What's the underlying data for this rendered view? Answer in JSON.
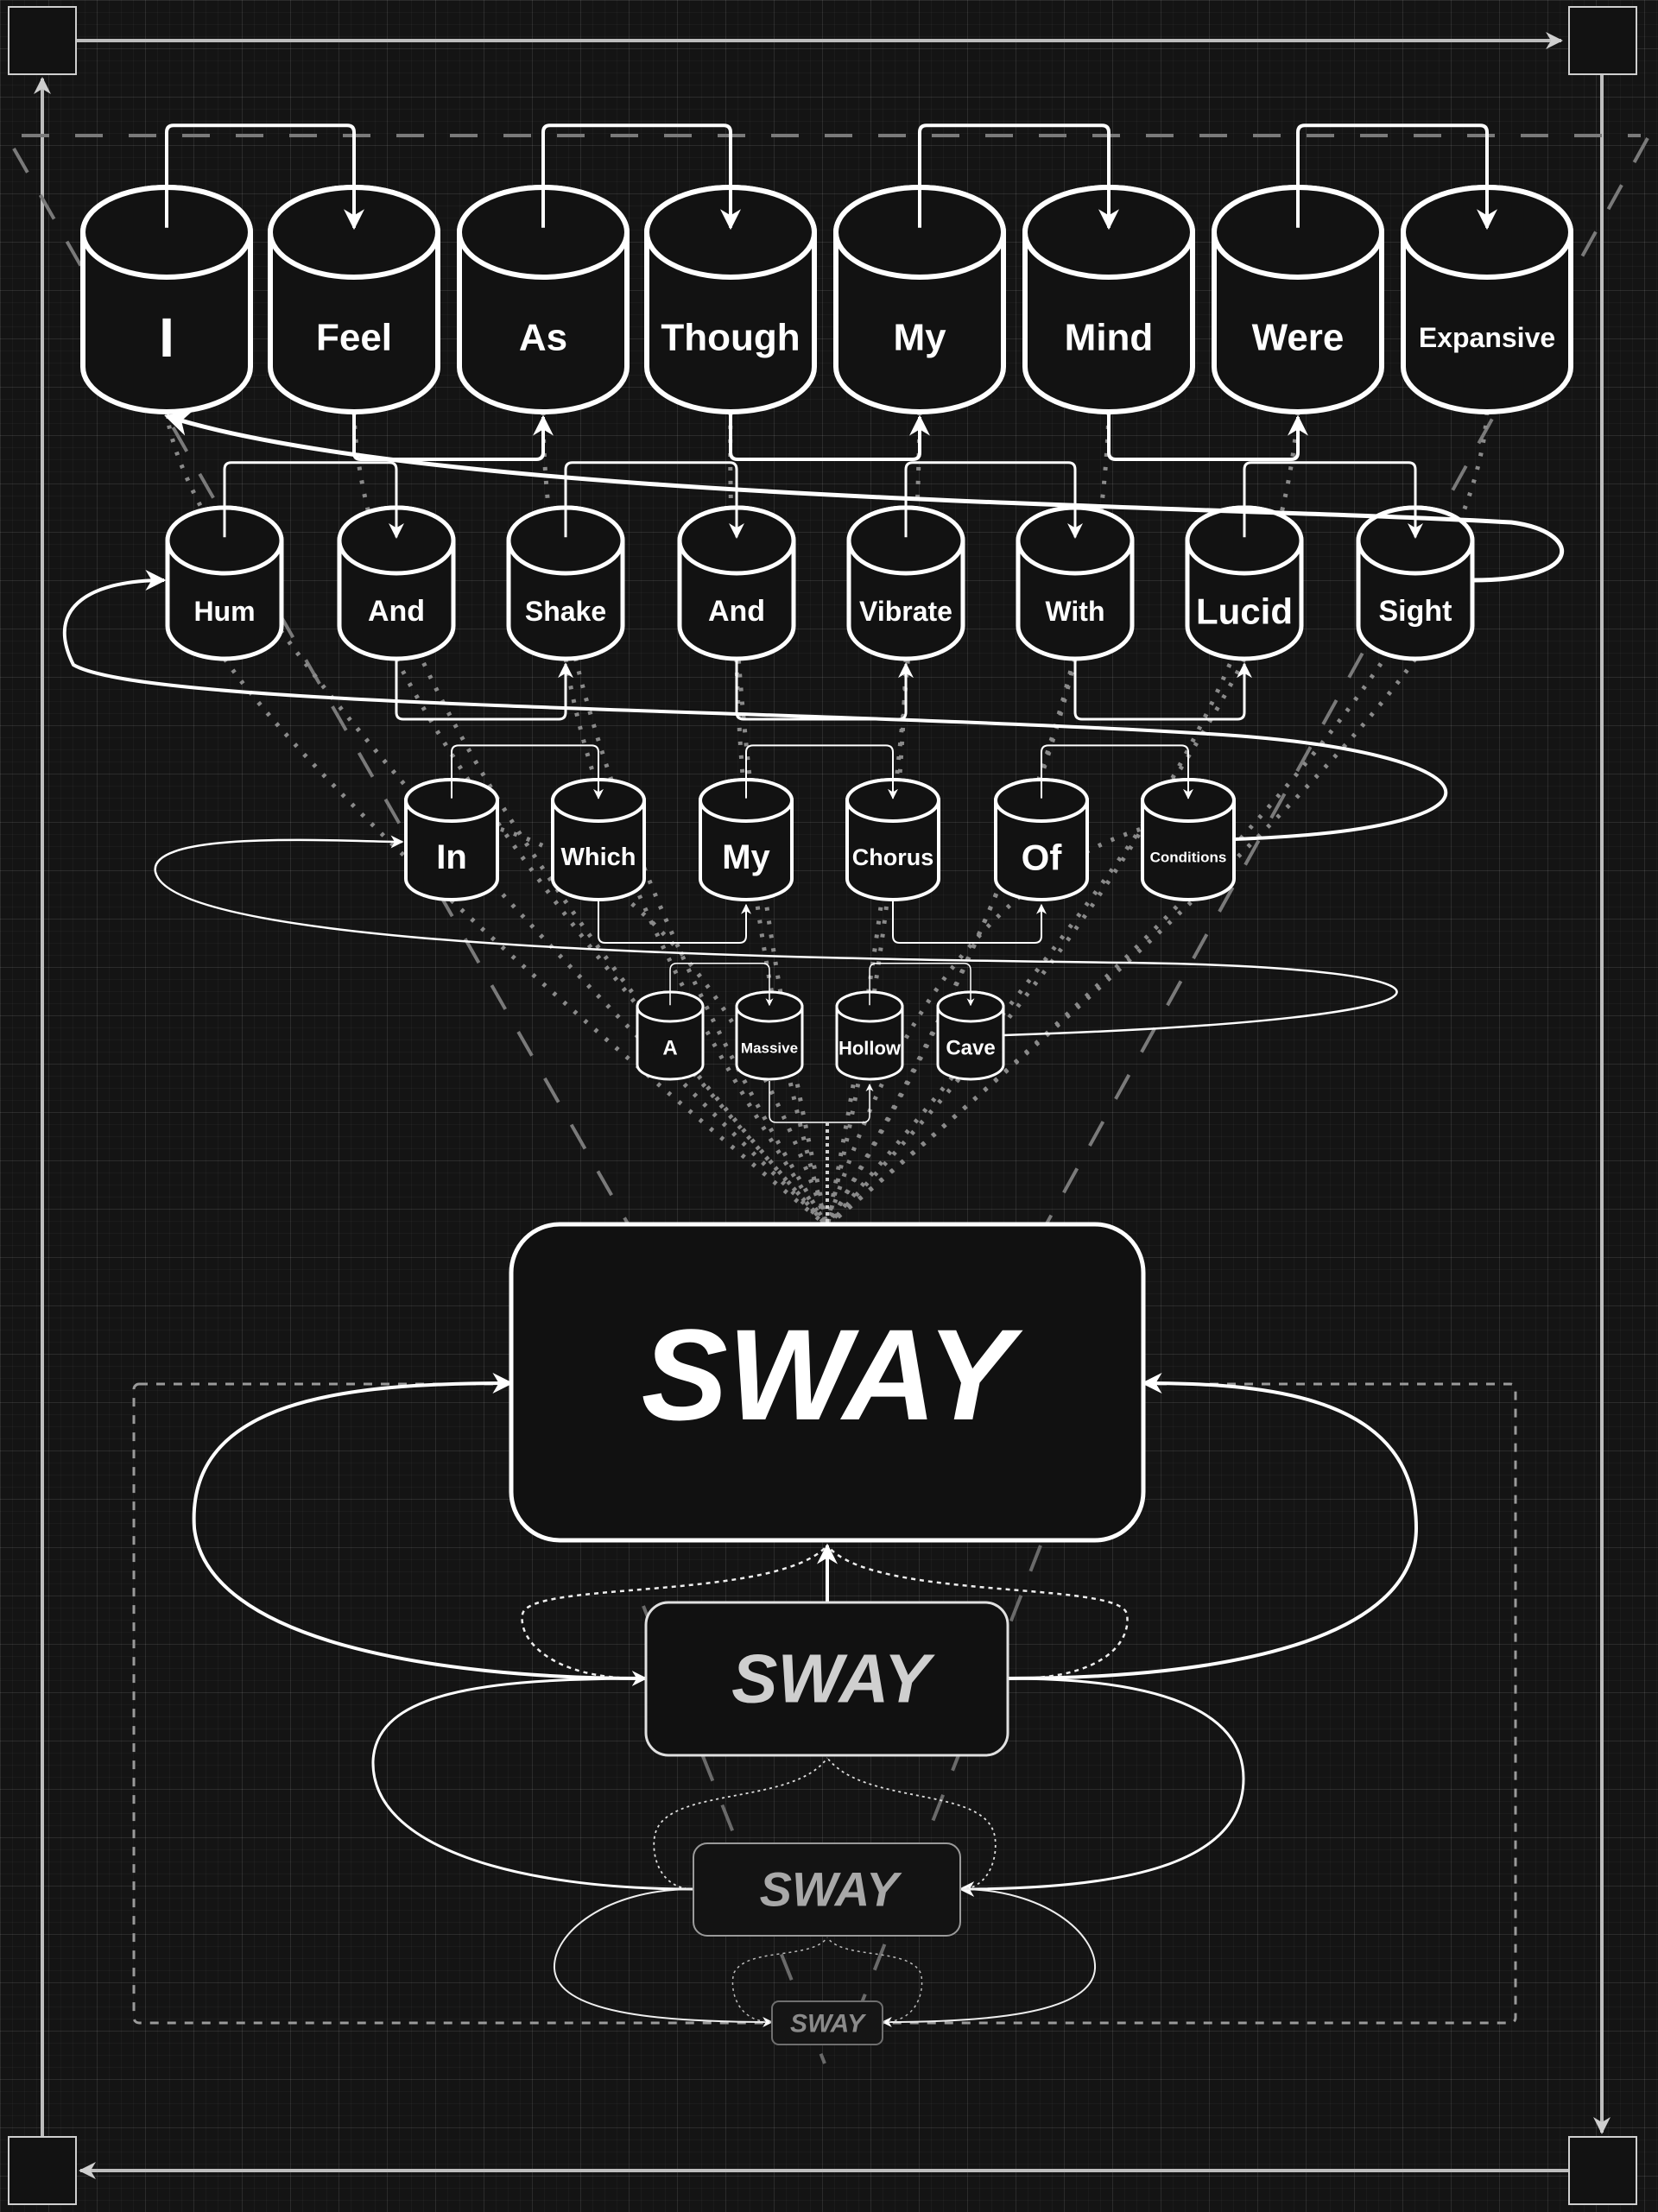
{
  "diagram": {
    "theme": {
      "background": "#141414",
      "stroke": "#ffffff",
      "node_fill": "#121212",
      "frame_stroke": "#bdbdbd",
      "dashed_guide": "#7a7a7a",
      "dotted_link": "#8a8a8a"
    },
    "rows": [
      {
        "name": "row-1",
        "words": [
          "I",
          "Feel",
          "As",
          "Though",
          "My",
          "Mind",
          "Were",
          "Expansive"
        ]
      },
      {
        "name": "row-2",
        "words": [
          "Hum",
          "And",
          "Shake",
          "And",
          "Vibrate",
          "With",
          "Lucid",
          "Sight"
        ]
      },
      {
        "name": "row-3",
        "words": [
          "In",
          "Which",
          "My",
          "Chorus",
          "Of",
          "Conditions"
        ]
      },
      {
        "name": "row-4",
        "words": [
          "A",
          "Massive",
          "Hollow",
          "Cave"
        ]
      }
    ],
    "sway_boxes": [
      {
        "label": "SWAY",
        "level": 1,
        "text_color": "#ffffff"
      },
      {
        "label": "SWAY",
        "level": 2,
        "text_color": "#cfcfcf"
      },
      {
        "label": "SWAY",
        "level": 3,
        "text_color": "#a8a8a8"
      },
      {
        "label": "SWAY",
        "level": 4,
        "text_color": "#8a8a8a"
      }
    ],
    "corner_nodes": [
      "top-left",
      "top-right",
      "bottom-right",
      "bottom-left"
    ]
  }
}
